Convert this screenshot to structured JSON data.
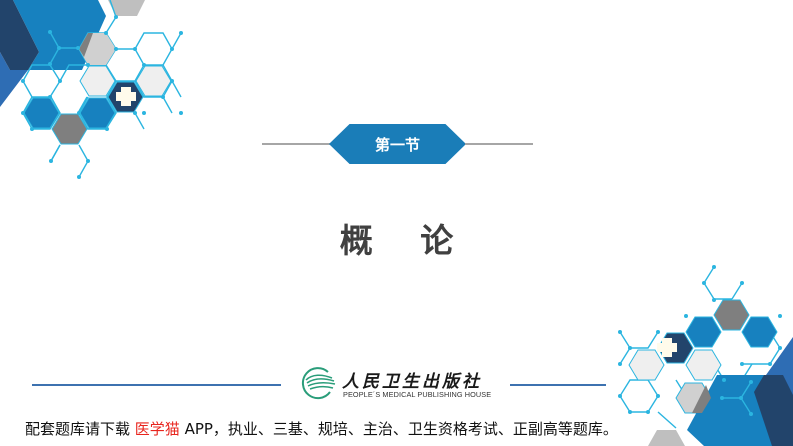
{
  "slide": {
    "section_badge": "第一节",
    "title": "概 论"
  },
  "publisher": {
    "name_cn": "人民卫生出版社",
    "name_en": "PEOPLE´S MEDICAL PUBLISHING HOUSE",
    "emblem_icon": "pmph-logo-emblem"
  },
  "promo": {
    "prefix": "配套题库请下载 ",
    "app_name": "医学猫",
    "suffix": " APP，执业、三基、规培、主治、卫生资格考试、正副高等题库。"
  },
  "colors": {
    "primary_blue": "#1a7db8",
    "navy": "#22446b",
    "medium_blue": "#2e6db4",
    "cyan_lines": "#2bb5e0",
    "light_gray": "#efefef",
    "mid_gray": "#d0d0d0",
    "dark_gray": "#7f7f7f",
    "title_text": "#404040",
    "highlight_red": "#e8251e",
    "footer_line": "#3d72b0",
    "logo_green": "#2a9d7a"
  }
}
